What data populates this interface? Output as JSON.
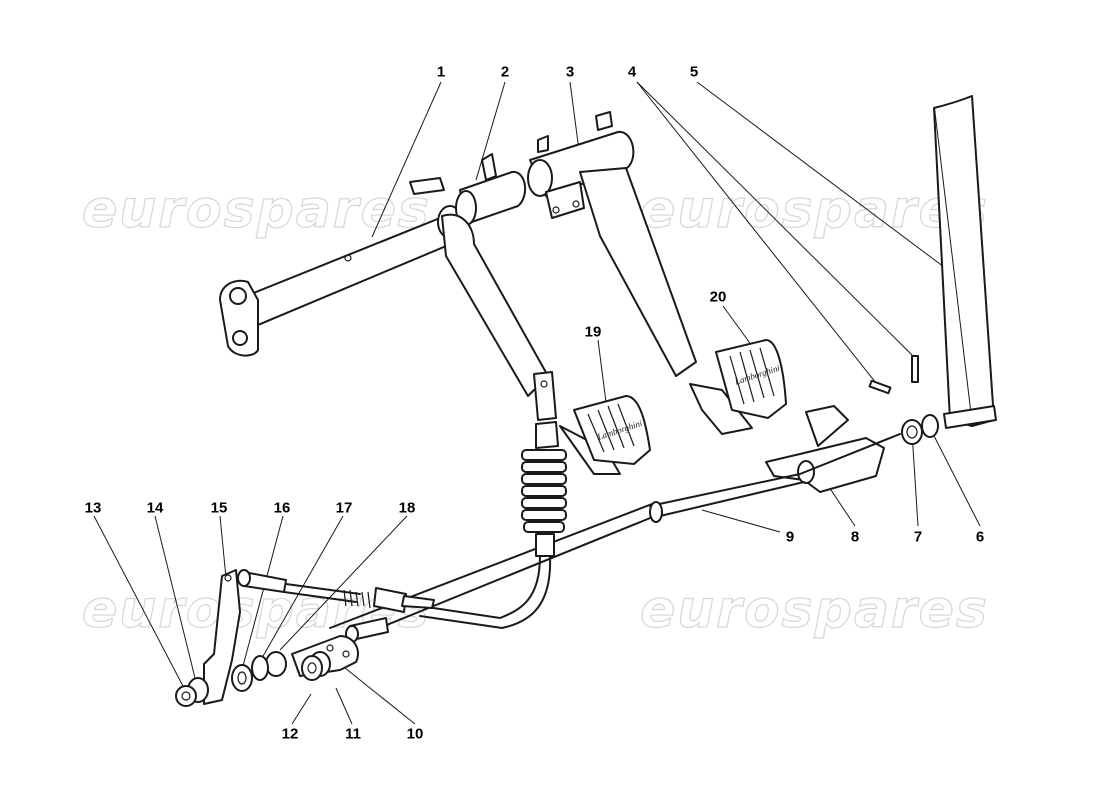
{
  "watermark": {
    "text": "eurospares"
  },
  "pedal_text": "Lamborghini",
  "callouts": [
    {
      "id": "1",
      "label": "1"
    },
    {
      "id": "2",
      "label": "2"
    },
    {
      "id": "3",
      "label": "3"
    },
    {
      "id": "4",
      "label": "4"
    },
    {
      "id": "5",
      "label": "5"
    },
    {
      "id": "6",
      "label": "6"
    },
    {
      "id": "7",
      "label": "7"
    },
    {
      "id": "8",
      "label": "8"
    },
    {
      "id": "9",
      "label": "9"
    },
    {
      "id": "10",
      "label": "10"
    },
    {
      "id": "11",
      "label": "11"
    },
    {
      "id": "12",
      "label": "12"
    },
    {
      "id": "13",
      "label": "13"
    },
    {
      "id": "14",
      "label": "14"
    },
    {
      "id": "15",
      "label": "15"
    },
    {
      "id": "16",
      "label": "16"
    },
    {
      "id": "17",
      "label": "17"
    },
    {
      "id": "18",
      "label": "18"
    },
    {
      "id": "19",
      "label": "19"
    },
    {
      "id": "20",
      "label": "20"
    }
  ]
}
